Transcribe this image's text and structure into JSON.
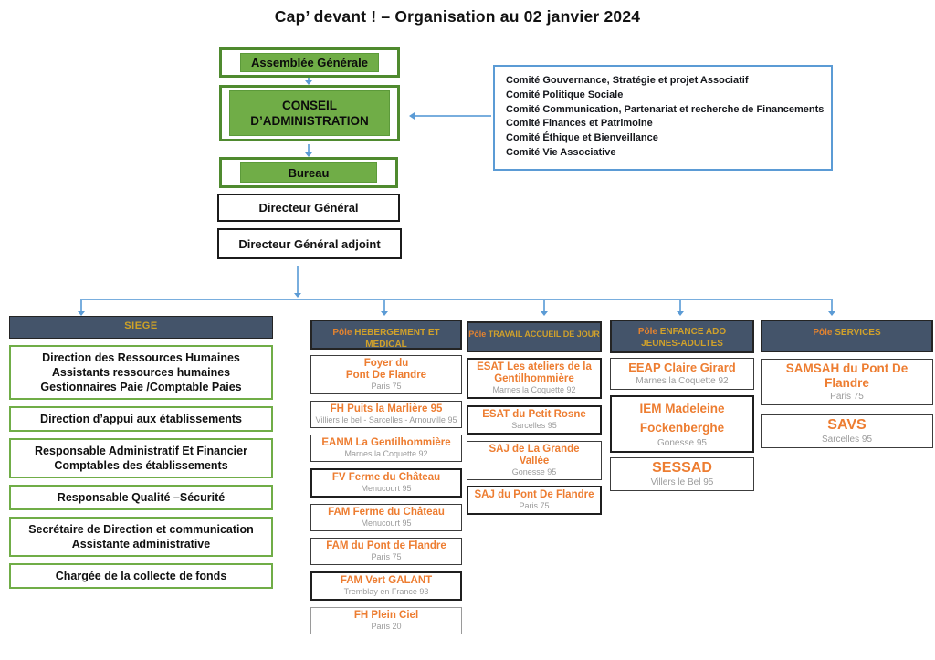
{
  "palette": {
    "green": "#70AD47",
    "green_border": "#4f8a2f",
    "dark_header": "#44546A",
    "gold": "#CFA226",
    "orange": "#ED7D31",
    "blue": "#5B9BD5",
    "grey_text": "#9b9b9b"
  },
  "title": "Cap’ devant ! – Organisation au 02 janvier 2024",
  "governance": {
    "assemblee": "Assemblée Générale",
    "conseil": "CONSEIL\nD’ADMINISTRATION",
    "bureau": "Bureau",
    "directeur_general": "Directeur Général",
    "directeur_general_adjoint": "Directeur Général adjoint"
  },
  "committees": [
    "Comité Gouvernance, Stratégie et projet Associatif",
    "Comité Politique Sociale",
    "Comité Communication, Partenariat et recherche de Financements",
    "Comité Finances et Patrimoine",
    "Comité Éthique et Bienveillance",
    "Comité Vie Associative"
  ],
  "columns": [
    {
      "id": "siege",
      "header": {
        "title": "SIEGE"
      },
      "items": [
        {
          "text": "Direction des Ressources Humaines\nAssistants ressources humaines\nGestionnaires Paie /Comptable Paies"
        },
        {
          "text": "Direction d’appui aux établissements"
        },
        {
          "text": "Responsable Administratif Et Financier\nComptables des établissements"
        },
        {
          "text": "Responsable Qualité –Sécurité"
        },
        {
          "text": "Secrétaire de Direction et communication\nAssistante administrative"
        },
        {
          "text": "Chargée de la collecte de fonds"
        }
      ]
    },
    {
      "id": "hebergement-medical",
      "header": {
        "prefix": "Pôle",
        "title": "HEBERGEMENT ET MEDICAL"
      },
      "items": [
        {
          "name": "Foyer du\nPont De Flandre",
          "loc": "Paris 75"
        },
        {
          "name": "FH Puits la Marlière 95",
          "loc": "Villiers le bel - Sarcelles - Arnouville 95"
        },
        {
          "name": "EANM La Gentilhommière",
          "loc": "Marnes la Coquette 92"
        },
        {
          "name": "FV  Ferme du Château",
          "loc": "Menucourt 95"
        },
        {
          "name": "FAM Ferme du Château",
          "loc": "Menucourt 95"
        },
        {
          "name": "FAM du Pont de Flandre",
          "loc": "Paris 75"
        },
        {
          "name": "FAM Vert GALANT",
          "loc": "Tremblay en France 93"
        },
        {
          "name": "FH Plein Ciel",
          "loc": "Paris 20"
        }
      ]
    },
    {
      "id": "travail-accueil-de-jour",
      "header": {
        "prefix": "Pôle",
        "title": "TRAVAIL ACCUEIL DE JOUR"
      },
      "items": [
        {
          "name": "ESAT Les ateliers de la\nGentilhommière",
          "loc": "Marnes la Coquette 92"
        },
        {
          "name": "ESAT du Petit Rosne",
          "loc": "Sarcelles 95"
        },
        {
          "name": "SAJ de La Grande\nVallée",
          "loc": "Gonesse 95"
        },
        {
          "name": "SAJ du Pont De Flandre",
          "loc": "Paris 75"
        }
      ]
    },
    {
      "id": "enfance-ado-jeunes-adultes",
      "header": {
        "prefix": "Pôle",
        "title": "ENFANCE ADO\nJEUNES-ADULTES"
      },
      "items": [
        {
          "name": "EEAP Claire Girard",
          "loc": "Marnes la Coquette 92"
        },
        {
          "name": "IEM Madeleine\nFockenberghe",
          "loc": "Gonesse 95"
        },
        {
          "name": "SESSAD",
          "loc": "Villers le Bel 95"
        }
      ]
    },
    {
      "id": "services",
      "header": {
        "prefix": "Pôle",
        "title": "SERVICES"
      },
      "items": [
        {
          "name": "SAMSAH du Pont De Flandre",
          "loc": "Paris 75"
        },
        {
          "name": "SAVS",
          "loc": "Sarcelles 95"
        }
      ]
    }
  ]
}
